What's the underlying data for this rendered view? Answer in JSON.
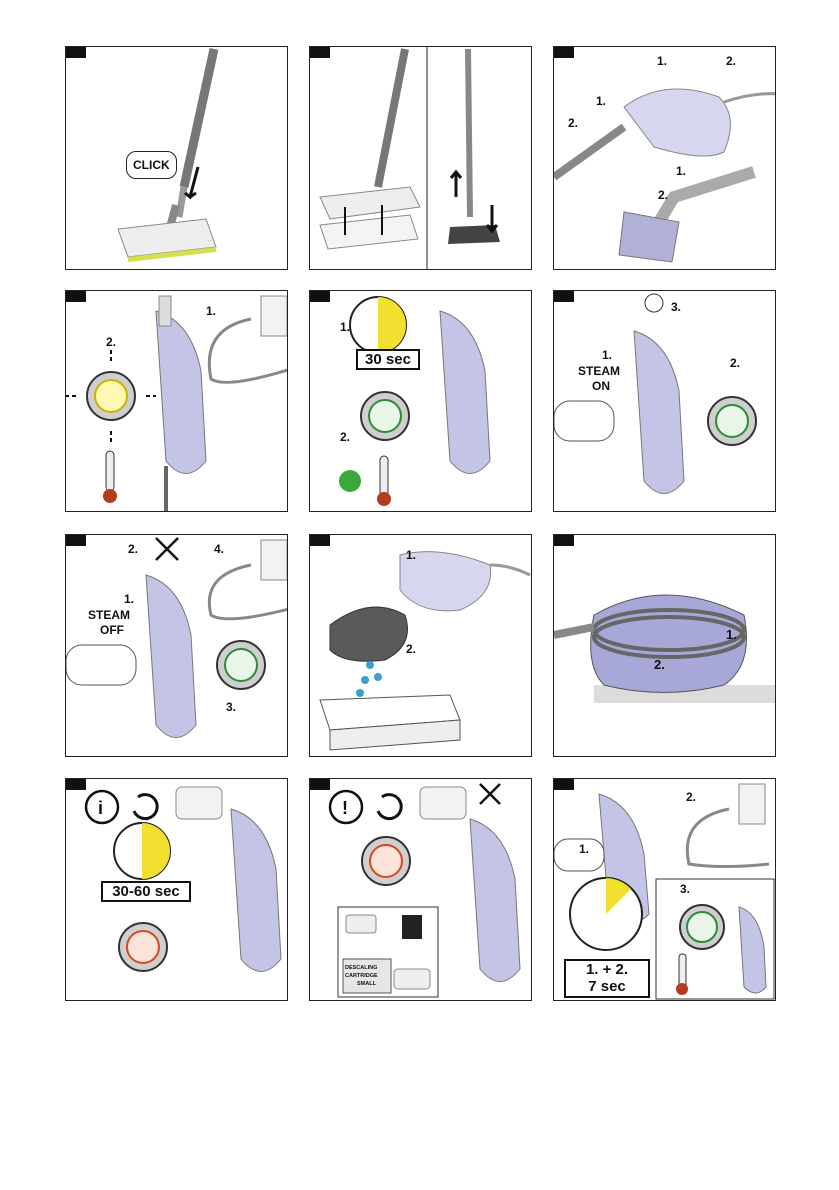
{
  "panels": [
    {
      "id": 1,
      "labels": {
        "click": "CLICK"
      }
    },
    {
      "id": 2,
      "labels": {}
    },
    {
      "id": 3,
      "labels": {
        "s1a": "1.",
        "s2a": "2.",
        "s1b": "1.",
        "s2b": "2.",
        "s1c": "1.",
        "s2c": "2."
      }
    },
    {
      "id": 4,
      "labels": {
        "step1": "1.",
        "step2": "2."
      }
    },
    {
      "id": 5,
      "labels": {
        "step1": "1.",
        "time": "30 sec",
        "step2": "2."
      }
    },
    {
      "id": 6,
      "labels": {
        "step1": "1.",
        "steam": "STEAM",
        "on": "ON",
        "step2": "2.",
        "step3": "3."
      }
    },
    {
      "id": 7,
      "labels": {
        "step1": "1.",
        "steam": "STEAM",
        "off": "OFF",
        "step2": "2.",
        "step3": "3.",
        "step4": "4."
      }
    },
    {
      "id": 8,
      "labels": {
        "step1": "1.",
        "step2": "2."
      }
    },
    {
      "id": 9,
      "labels": {
        "step1": "1.",
        "step2": "2."
      }
    },
    {
      "id": 10,
      "labels": {
        "time": "30-60 sec"
      }
    },
    {
      "id": 11,
      "labels": {
        "cartridge_l1": "DESCALING",
        "cartridge_l2": "CARTRIDGE",
        "cartridge_l3": "SMALL"
      }
    },
    {
      "id": 12,
      "labels": {
        "step1": "1.",
        "step2": "2.",
        "step3": "3.",
        "combo": "1. + 2.",
        "time": "7 sec"
      }
    }
  ],
  "colors": {
    "steam_green": "#2e8b3a",
    "steam_yellow": "#e8d21a",
    "steam_red": "#d24a1e",
    "device_lavender": "#b8b8e0",
    "timer_yellow": "#f2e030"
  }
}
